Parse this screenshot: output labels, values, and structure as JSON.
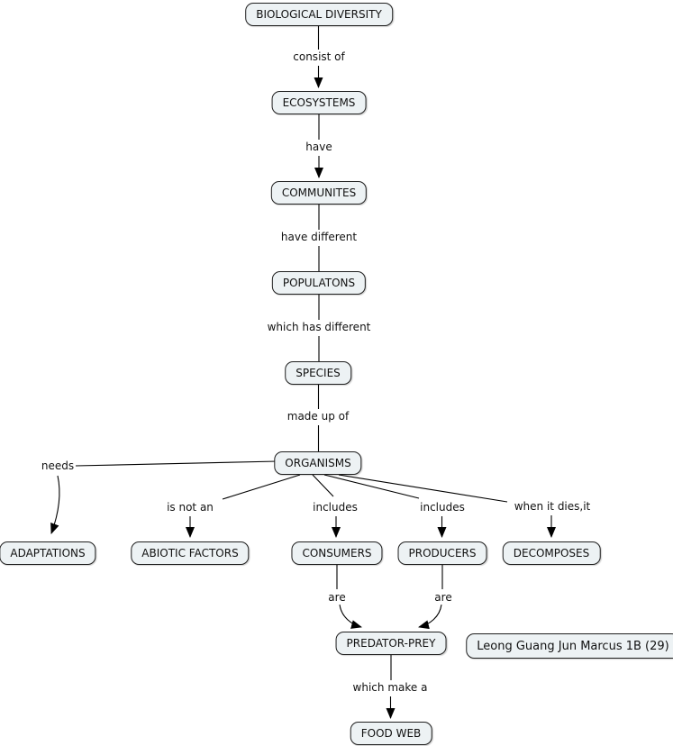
{
  "app": {
    "type": "concept-map",
    "background": "#ffffff"
  },
  "style": {
    "node_fill": "#edf2f4",
    "node_border": "#1f1f1f",
    "line_color": "#000000",
    "text_color": "#111111"
  },
  "nodes": [
    {
      "id": "biological-diversity",
      "label": "BIOLOGICAL DIVERSITY"
    },
    {
      "id": "ecosystems",
      "label": "ECOSYSTEMS"
    },
    {
      "id": "communites",
      "label": "COMMUNITES"
    },
    {
      "id": "populatons",
      "label": "POPULATONS"
    },
    {
      "id": "species",
      "label": "SPECIES"
    },
    {
      "id": "organisms",
      "label": "ORGANISMS"
    },
    {
      "id": "adaptations",
      "label": "ADAPTATIONS"
    },
    {
      "id": "abiotic-factors",
      "label": "ABIOTIC FACTORS"
    },
    {
      "id": "consumers",
      "label": "CONSUMERS"
    },
    {
      "id": "producers",
      "label": "PRODUCERS"
    },
    {
      "id": "decomposes",
      "label": "DECOMPOSES"
    },
    {
      "id": "predator-prey",
      "label": "PREDATOR-PREY"
    },
    {
      "id": "food-web",
      "label": "FOOD WEB"
    }
  ],
  "links": [
    {
      "from": "biological-diversity",
      "to": "ecosystems",
      "label": "consist of",
      "arrow": true
    },
    {
      "from": "ecosystems",
      "to": "communites",
      "label": "have",
      "arrow": true
    },
    {
      "from": "communites",
      "to": "populatons",
      "label": "have different",
      "arrow": false
    },
    {
      "from": "populatons",
      "to": "species",
      "label": "which has different",
      "arrow": false
    },
    {
      "from": "species",
      "to": "organisms",
      "label": "made up of",
      "arrow": false
    },
    {
      "from": "organisms",
      "to": "adaptations",
      "label": "needs",
      "arrow": true
    },
    {
      "from": "organisms",
      "to": "abiotic-factors",
      "label": "is not an",
      "arrow": true
    },
    {
      "from": "organisms",
      "to": "consumers",
      "label": "includes",
      "arrow": true
    },
    {
      "from": "organisms",
      "to": "producers",
      "label": "includes",
      "arrow": true
    },
    {
      "from": "organisms",
      "to": "decomposes",
      "label": "when it dies,it",
      "arrow": true
    },
    {
      "from": "consumers",
      "to": "predator-prey",
      "label": "are",
      "arrow": true
    },
    {
      "from": "producers",
      "to": "predator-prey",
      "label": "are",
      "arrow": true
    },
    {
      "from": "predator-prey",
      "to": "food-web",
      "label": "which make a",
      "arrow": true
    }
  ],
  "signature": {
    "label": "Leong Guang Jun Marcus 1B (29)"
  }
}
